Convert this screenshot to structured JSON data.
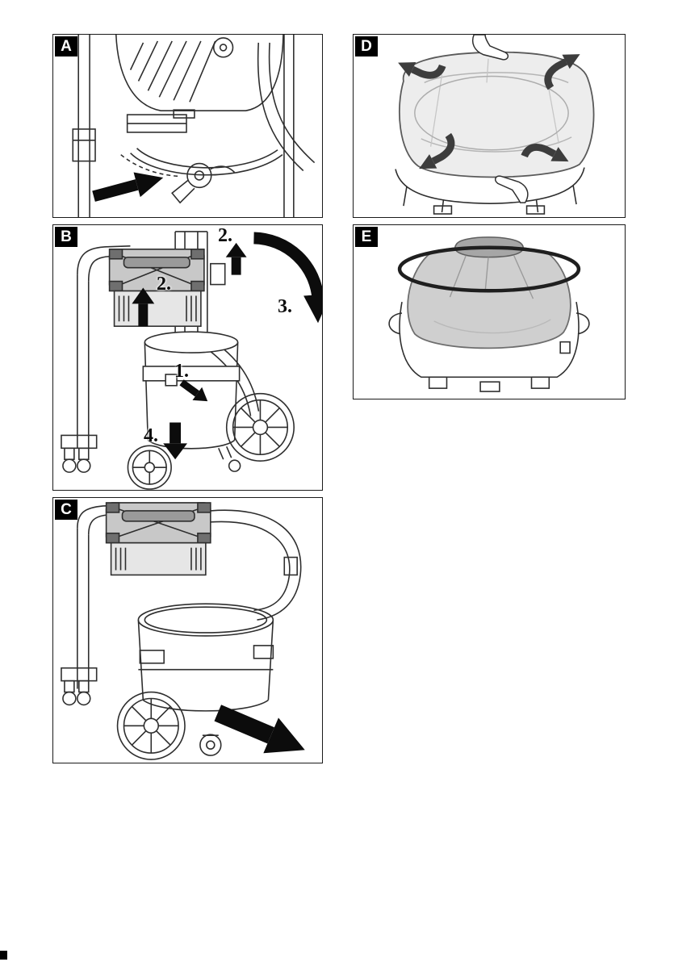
{
  "panels": {
    "a": {
      "label": "A"
    },
    "b": {
      "label": "B",
      "steps": {
        "s1": "1.",
        "s2a": "2.",
        "s2b": "2.",
        "s3": "3.",
        "s4": "4."
      }
    },
    "c": {
      "label": "C"
    },
    "d": {
      "label": "D"
    },
    "e": {
      "label": "E"
    }
  },
  "colors": {
    "line": "#2e2e2e",
    "arrow": "#0c0c0c",
    "bend_arrow": "#3d3d3d",
    "bag_light": "#ededed",
    "bag_mid": "#cfcfcf",
    "bag_dark": "#a6a6a6"
  }
}
